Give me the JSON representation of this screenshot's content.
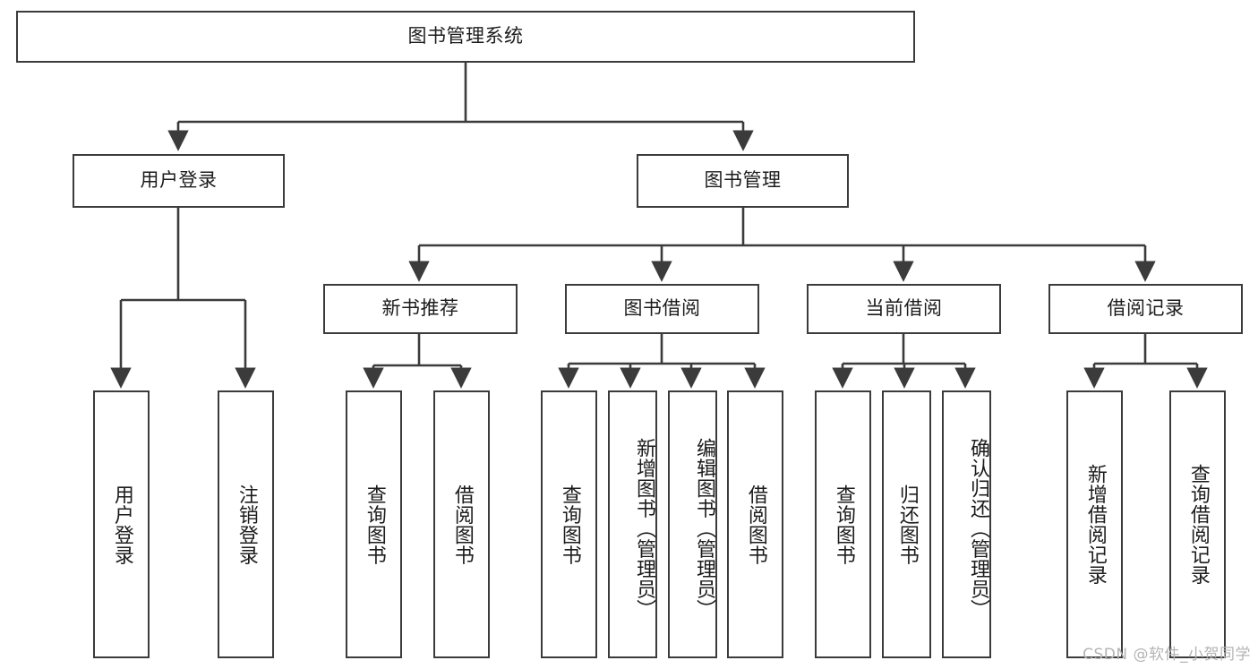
{
  "diagram": {
    "title": "图书管理系统",
    "watermark": "CSDN @软件_小贺同学",
    "level2": [
      {
        "label": "用户登录"
      },
      {
        "label": "图书管理"
      }
    ],
    "level3": [
      {
        "label": "新书推荐"
      },
      {
        "label": "图书借阅"
      },
      {
        "label": "当前借阅"
      },
      {
        "label": "借阅记录"
      }
    ],
    "leaves": {
      "user_login": [
        {
          "label": "用户登录"
        },
        {
          "label": "注销登录"
        }
      ],
      "new_book_recommend": [
        {
          "label": "查询图书"
        },
        {
          "label": "借阅图书"
        }
      ],
      "book_borrow": [
        {
          "label": "查询图书"
        },
        {
          "label": "新增图书（管理员）"
        },
        {
          "label": "编辑图书（管理员）"
        },
        {
          "label": "借阅图书"
        }
      ],
      "current_borrow": [
        {
          "label": "查询图书"
        },
        {
          "label": "归还图书"
        },
        {
          "label": "确认归还（管理员）"
        }
      ],
      "borrow_records": [
        {
          "label": "新增借阅记录"
        },
        {
          "label": "查询借阅记录"
        }
      ]
    },
    "colors": {
      "stroke": "#3b3b3b",
      "fill": "#ffffff",
      "text": "#1c1c1c",
      "watermark": "#b4b4b4"
    }
  }
}
